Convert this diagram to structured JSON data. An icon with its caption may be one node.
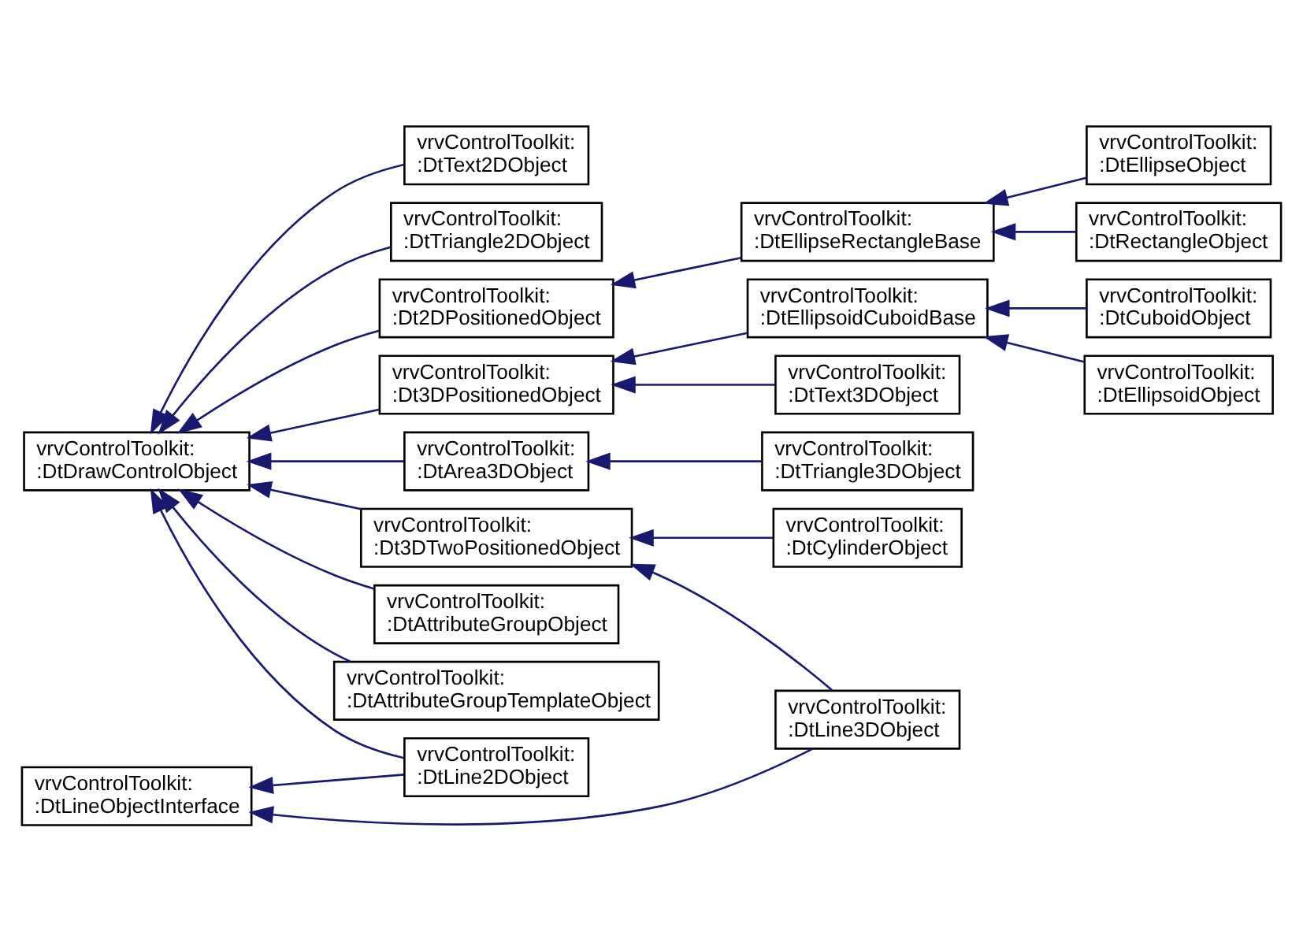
{
  "diagram": {
    "nodes": [
      {
        "text": [
          "vrvControlToolkit: :DtDrawControlObject"
        ]
      },
      {
        "text": [
          "vrvControlToolkit: :DtLineObjectInterface"
        ]
      },
      {
        "text": [
          "vrvControlToolkit: :DtText2DObject"
        ]
      },
      {
        "text": [
          "vrvControlToolkit: :DtTriangle2DObject"
        ]
      },
      {
        "text": [
          "vrvControlToolkit: :Dt2DPositionedObject"
        ]
      },
      {
        "text": [
          "vrvControlToolkit: :Dt3DPositionedObject"
        ]
      },
      {
        "text": [
          "vrvControlToolkit: :DtArea3DObject"
        ]
      },
      {
        "text": [
          "vrvControlToolkit: :Dt3DTwoPositionedObject"
        ]
      },
      {
        "text": [
          "vrvControlToolkit: :DtAttributeGroupObject"
        ]
      },
      {
        "text": [
          "vrvControlToolkit: :DtAttributeGroupTemplateObject"
        ]
      },
      {
        "text": [
          "vrvControlToolkit: :DtLine2DObject"
        ]
      },
      {
        "text": [
          "vrvControlToolkit: :DtEllipseRectangleBase"
        ]
      },
      {
        "text": [
          "vrvControlToolkit: :DtEllipsoidCuboidBase"
        ]
      },
      {
        "text": [
          "vrvControlToolkit: :DtText3DObject"
        ]
      },
      {
        "text": [
          "vrvControlToolkit: :DtTriangle3DObject"
        ]
      },
      {
        "text": [
          "vrvControlToolkit: :DtCylinderObject"
        ]
      },
      {
        "text": [
          "vrvControlToolkit: :DtLine3DObject"
        ]
      },
      {
        "text": [
          "vrvControlToolkit: :DtEllipseObject"
        ]
      },
      {
        "text": [
          "vrvControlToolkit: :DtRectangleObject"
        ]
      },
      {
        "text": [
          "vrvControlToolkit: :DtCuboidObject"
        ]
      },
      {
        "text": [
          "vrvControlToolkit: :DtEllipsoidObject"
        ]
      }
    ],
    "edges": [
      {
        "from": 2,
        "to": 0,
        "arrow": "to"
      },
      {
        "from": 3,
        "to": 0,
        "arrow": "to"
      },
      {
        "from": 4,
        "to": 0,
        "arrow": "to"
      },
      {
        "from": 5,
        "to": 0,
        "arrow": "to"
      },
      {
        "from": 6,
        "to": 0,
        "arrow": "to"
      },
      {
        "from": 7,
        "to": 0,
        "arrow": "to"
      },
      {
        "from": 8,
        "to": 0,
        "arrow": "to"
      },
      {
        "from": 9,
        "to": 0,
        "arrow": "to"
      },
      {
        "from": 10,
        "to": 0,
        "arrow": "to"
      },
      {
        "from": 10,
        "to": 1,
        "arrow": "to"
      },
      {
        "from": 11,
        "to": 4,
        "arrow": "to"
      },
      {
        "from": 12,
        "to": 5,
        "arrow": "to"
      },
      {
        "from": 13,
        "to": 5,
        "arrow": "to"
      },
      {
        "from": 14,
        "to": 6,
        "arrow": "to"
      },
      {
        "from": 15,
        "to": 7,
        "arrow": "to"
      },
      {
        "from": 16,
        "to": 7,
        "arrow": "to"
      },
      {
        "from": 16,
        "to": 1,
        "arrow": "to"
      },
      {
        "from": 17,
        "to": 11,
        "arrow": "to"
      },
      {
        "from": 18,
        "to": 11,
        "arrow": "to"
      },
      {
        "from": 19,
        "to": 12,
        "arrow": "to"
      },
      {
        "from": 20,
        "to": 12,
        "arrow": "to"
      }
    ]
  }
}
